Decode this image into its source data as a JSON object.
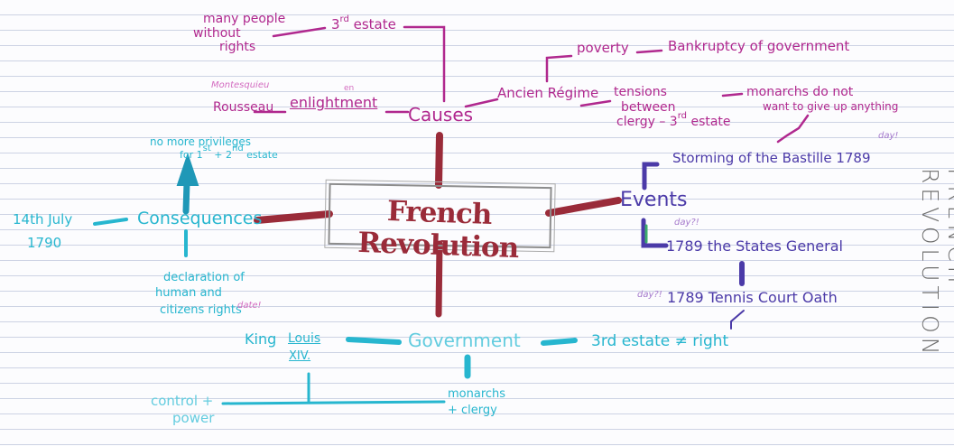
{
  "center": {
    "title": "French Revolution"
  },
  "side_title": "FRENCH REVOLUTION",
  "causes": {
    "label": "Causes",
    "third_estate": {
      "base": "3",
      "sup": "rd",
      "rest": " estate"
    },
    "many_people": [
      "many people",
      "without",
      "rights"
    ],
    "enlightment_label": "enlightment",
    "enlightment_correction": "en",
    "rousseau": "Rousseau",
    "montesquieu": "Montesquieu",
    "ancien_regime": "Ancien Régime",
    "poverty": "poverty",
    "bankruptcy": "Bankruptcy of government",
    "tensions": [
      "tensions",
      "between"
    ],
    "clergy": {
      "base": "clergy – 3",
      "sup": "rd",
      "rest": " estate"
    },
    "monarchs": [
      "monarchs do not",
      "want to give up anything"
    ]
  },
  "events": {
    "label": "Events",
    "bastille": "Storming of the Bastille 1789",
    "day1": "day!",
    "states_general": "1789 the States General",
    "day2": "day?!",
    "tennis": "1789 Tennis Court Oath",
    "day3": "day?!"
  },
  "consequences": {
    "label": "Consequences",
    "date": [
      "14th July",
      "1790"
    ],
    "privileges": {
      "line1": "no more privileges",
      "pre": "for 1",
      "sup1": "st",
      "mid": " + 2",
      "sup2": "nd",
      "post": " estate"
    },
    "declaration": [
      "declaration of",
      "human and",
      "citizens rights"
    ],
    "date_note": "date!"
  },
  "government": {
    "label": "Government",
    "king": "King",
    "louis": [
      "Louis",
      "XIV."
    ],
    "third_estate_right": "3rd estate ≠ right",
    "monarchs_clergy": [
      "monarchs",
      "+ clergy"
    ],
    "control": [
      "control +",
      "power"
    ]
  }
}
